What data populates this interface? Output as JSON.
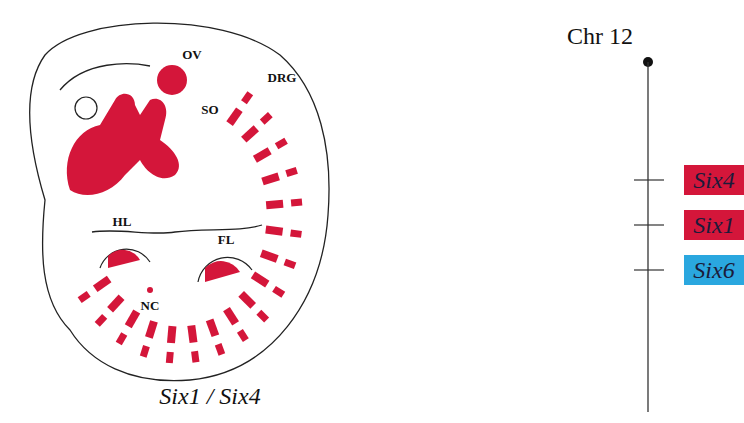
{
  "diagram": {
    "caption": "Six1 / Six4",
    "nodes": [
      {
        "text": [
          "Six4"
        ]
      },
      {
        "text": [
          "Six1"
        ]
      },
      {
        "text": [
          "Six6"
        ]
      }
    ],
    "labels": [
      "OV",
      "DRG",
      "SO",
      "HL",
      "FL",
      "NC",
      "Chr 12"
    ]
  }
}
